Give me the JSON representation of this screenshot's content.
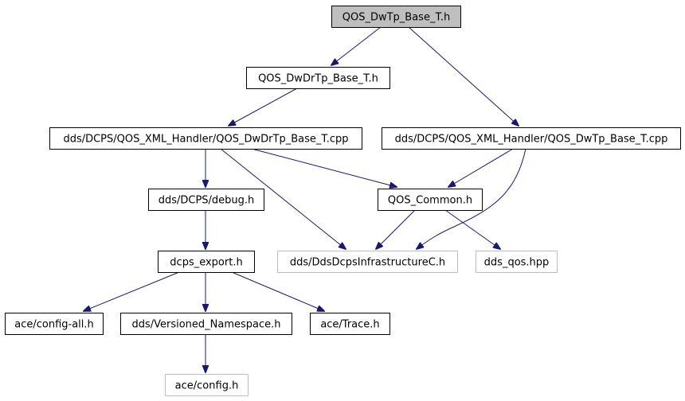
{
  "colors": {
    "edge": "#191970",
    "box_border": "#000000",
    "missing_border": "#bfbfbf",
    "root_fill": "#bfbfbf",
    "fill": "#ffffff",
    "text": "#000000"
  },
  "nodes": [
    {
      "id": "root",
      "label": "QOS_DwTp_Base_T.h",
      "style": "root"
    },
    {
      "id": "dwdrtp_h",
      "label": "QOS_DwDrTp_Base_T.h",
      "style": "normal"
    },
    {
      "id": "dwdrtp_cpp",
      "label": "dds/DCPS/QOS_XML_Handler/QOS_DwDrTp_Base_T.cpp",
      "style": "normal"
    },
    {
      "id": "dwtp_cpp",
      "label": "dds/DCPS/QOS_XML_Handler/QOS_DwTp_Base_T.cpp",
      "style": "normal"
    },
    {
      "id": "debug_h",
      "label": "dds/DCPS/debug.h",
      "style": "normal"
    },
    {
      "id": "qos_common",
      "label": "QOS_Common.h",
      "style": "normal"
    },
    {
      "id": "dcps_export",
      "label": "dcps_export.h",
      "style": "normal"
    },
    {
      "id": "infra",
      "label": "dds/DdsDcpsInfrastructureC.h",
      "style": "missing"
    },
    {
      "id": "dds_qos",
      "label": "dds_qos.hpp",
      "style": "missing"
    },
    {
      "id": "config_all",
      "label": "ace/config-all.h",
      "style": "normal"
    },
    {
      "id": "versioned",
      "label": "dds/Versioned_Namespace.h",
      "style": "normal"
    },
    {
      "id": "trace",
      "label": "ace/Trace.h",
      "style": "normal"
    },
    {
      "id": "config_h",
      "label": "ace/config.h",
      "style": "missing"
    }
  ],
  "edges": [
    {
      "from": "root",
      "to": "dwdrtp_h"
    },
    {
      "from": "root",
      "to": "dwtp_cpp"
    },
    {
      "from": "dwdrtp_h",
      "to": "dwdrtp_cpp"
    },
    {
      "from": "dwdrtp_cpp",
      "to": "debug_h"
    },
    {
      "from": "dwdrtp_cpp",
      "to": "qos_common"
    },
    {
      "from": "dwdrtp_cpp",
      "to": "infra"
    },
    {
      "from": "dwtp_cpp",
      "to": "qos_common"
    },
    {
      "from": "dwtp_cpp",
      "to": "infra"
    },
    {
      "from": "debug_h",
      "to": "dcps_export"
    },
    {
      "from": "qos_common",
      "to": "infra"
    },
    {
      "from": "qos_common",
      "to": "dds_qos"
    },
    {
      "from": "dcps_export",
      "to": "config_all"
    },
    {
      "from": "dcps_export",
      "to": "versioned"
    },
    {
      "from": "dcps_export",
      "to": "trace"
    },
    {
      "from": "versioned",
      "to": "config_h"
    }
  ]
}
